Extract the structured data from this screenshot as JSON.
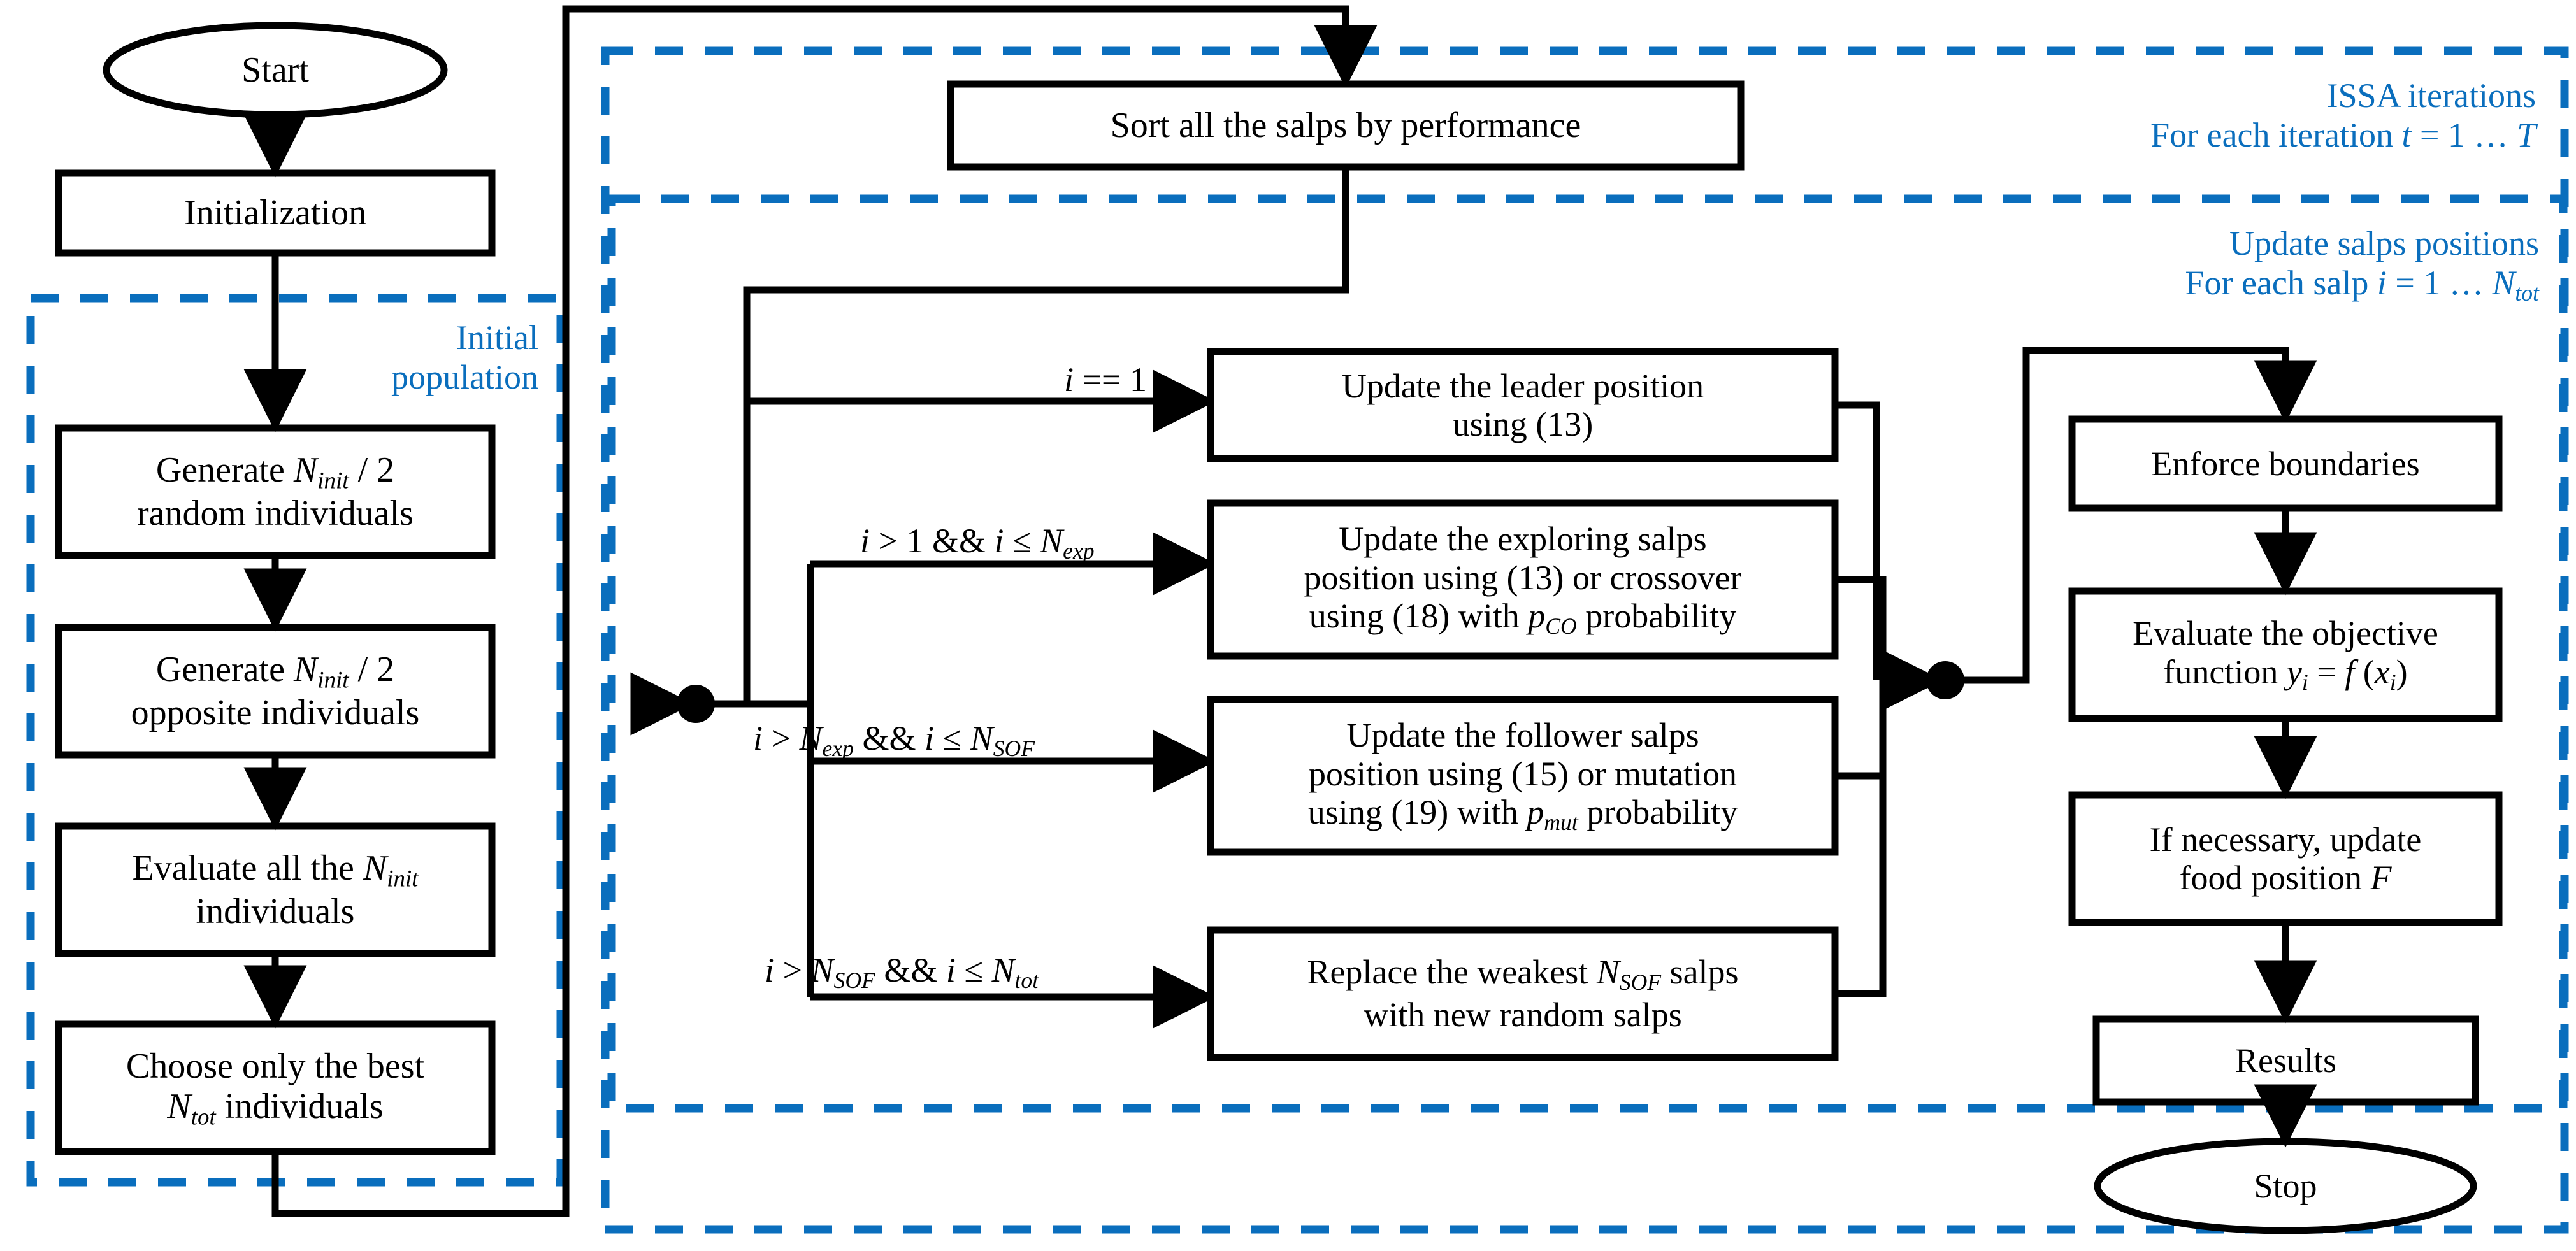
{
  "diagram": {
    "title": "ISSA algorithm flowchart",
    "colors": {
      "stroke": "#000000",
      "accent": "#0a6ebd",
      "background": "#ffffff"
    }
  },
  "nodes": {
    "start": {
      "label": "Start",
      "shape": "ellipse"
    },
    "initialization": {
      "label": "Initialization",
      "shape": "rect"
    },
    "generate_random": {
      "line1_pre": "Generate ",
      "line1_var": "N",
      "line1_sub": "init",
      "line1_post": " / 2",
      "line2": "random individuals",
      "shape": "rect"
    },
    "generate_opposite": {
      "line1_pre": "Generate ",
      "line1_var": "N",
      "line1_sub": "init",
      "line1_post": " / 2",
      "line2": "opposite individuals",
      "shape": "rect"
    },
    "evaluate_all": {
      "line1_pre": "Evaluate all the ",
      "line1_var": "N",
      "line1_sub": "init",
      "line1_post": "",
      "line2": "individuals",
      "shape": "rect"
    },
    "choose_best": {
      "line1": "Choose only the best",
      "line2_var": "N",
      "line2_sub": "tot",
      "line2_post": " individuals",
      "shape": "rect"
    },
    "sort_salps": {
      "label": "Sort all the salps by performance",
      "shape": "rect"
    },
    "update_leader": {
      "line1": "Update the leader position",
      "line2": "using (13)",
      "shape": "rect"
    },
    "update_exploring": {
      "line1": "Update the exploring salps",
      "line2": "position using (13) or crossover",
      "line3_pre": "using (18) with ",
      "line3_var": "p",
      "line3_sub": "CO",
      "line3_post": " probability",
      "shape": "rect"
    },
    "update_follower": {
      "line1": "Update the follower salps",
      "line2": "position using (15) or mutation",
      "line3_pre": "using (19) with ",
      "line3_var": "p",
      "line3_sub": "mut",
      "line3_post": " probability",
      "shape": "rect"
    },
    "replace_weakest": {
      "line1_pre": "Replace the weakest ",
      "line1_var": "N",
      "line1_sub": "SOF",
      "line1_post": " salps",
      "line2": "with new random salps",
      "shape": "rect"
    },
    "enforce_boundaries": {
      "label": "Enforce boundaries",
      "shape": "rect"
    },
    "evaluate_objective": {
      "line1": "Evaluate the objective",
      "line2_pre": "function ",
      "line2_var1": "y",
      "line2_sub1": "i",
      "line2_mid": " = ",
      "line2_var2": "f",
      "line2_paren_open": " (",
      "line2_var3": "x",
      "line2_sub2": "i",
      "line2_paren_close": ")",
      "shape": "rect"
    },
    "update_food": {
      "line1": "If necessary, update",
      "line2_pre": "food position ",
      "line2_var": "F",
      "shape": "rect"
    },
    "results": {
      "label": "Results",
      "shape": "rect"
    },
    "stop": {
      "label": "Stop",
      "shape": "ellipse"
    }
  },
  "edge_labels": {
    "cond_leader": {
      "var_i": "i",
      "op": " == ",
      "value": "1"
    },
    "cond_exploring": {
      "text_a": "i",
      "text_b": " > 1 && ",
      "text_c": "i",
      "text_d": " ≤ ",
      "var": "N",
      "sub": "exp"
    },
    "cond_follower": {
      "text_a": "i",
      "text_b": " > ",
      "var1": "N",
      "sub1": "exp",
      "text_c": " && ",
      "text_d": "i",
      "text_e": " ≤ ",
      "var2": "N",
      "sub2": "SOF"
    },
    "cond_replace": {
      "text_a": "i",
      "text_b": " > ",
      "var1": "N",
      "sub1": "SOF",
      "text_c": " && ",
      "text_d": "i",
      "text_e": " ≤ ",
      "var2": "N",
      "sub2": "tot"
    }
  },
  "groups": {
    "initial_population": {
      "line1": "Initial",
      "line2": "population",
      "color": "#0a6ebd"
    },
    "issa_iterations": {
      "line1": "ISSA iterations",
      "line2_pre": "For each iteration ",
      "line2_var": "t",
      "line2_post": " = 1 … ",
      "line2_var2": "T",
      "color": "#0a6ebd"
    },
    "update_positions": {
      "line1": "Update salps positions",
      "line2_pre": "For each salp ",
      "line2_var": "i",
      "line2_post": " = 1 … ",
      "line2_var2": "N",
      "line2_sub2": "tot",
      "color": "#0a6ebd"
    }
  }
}
